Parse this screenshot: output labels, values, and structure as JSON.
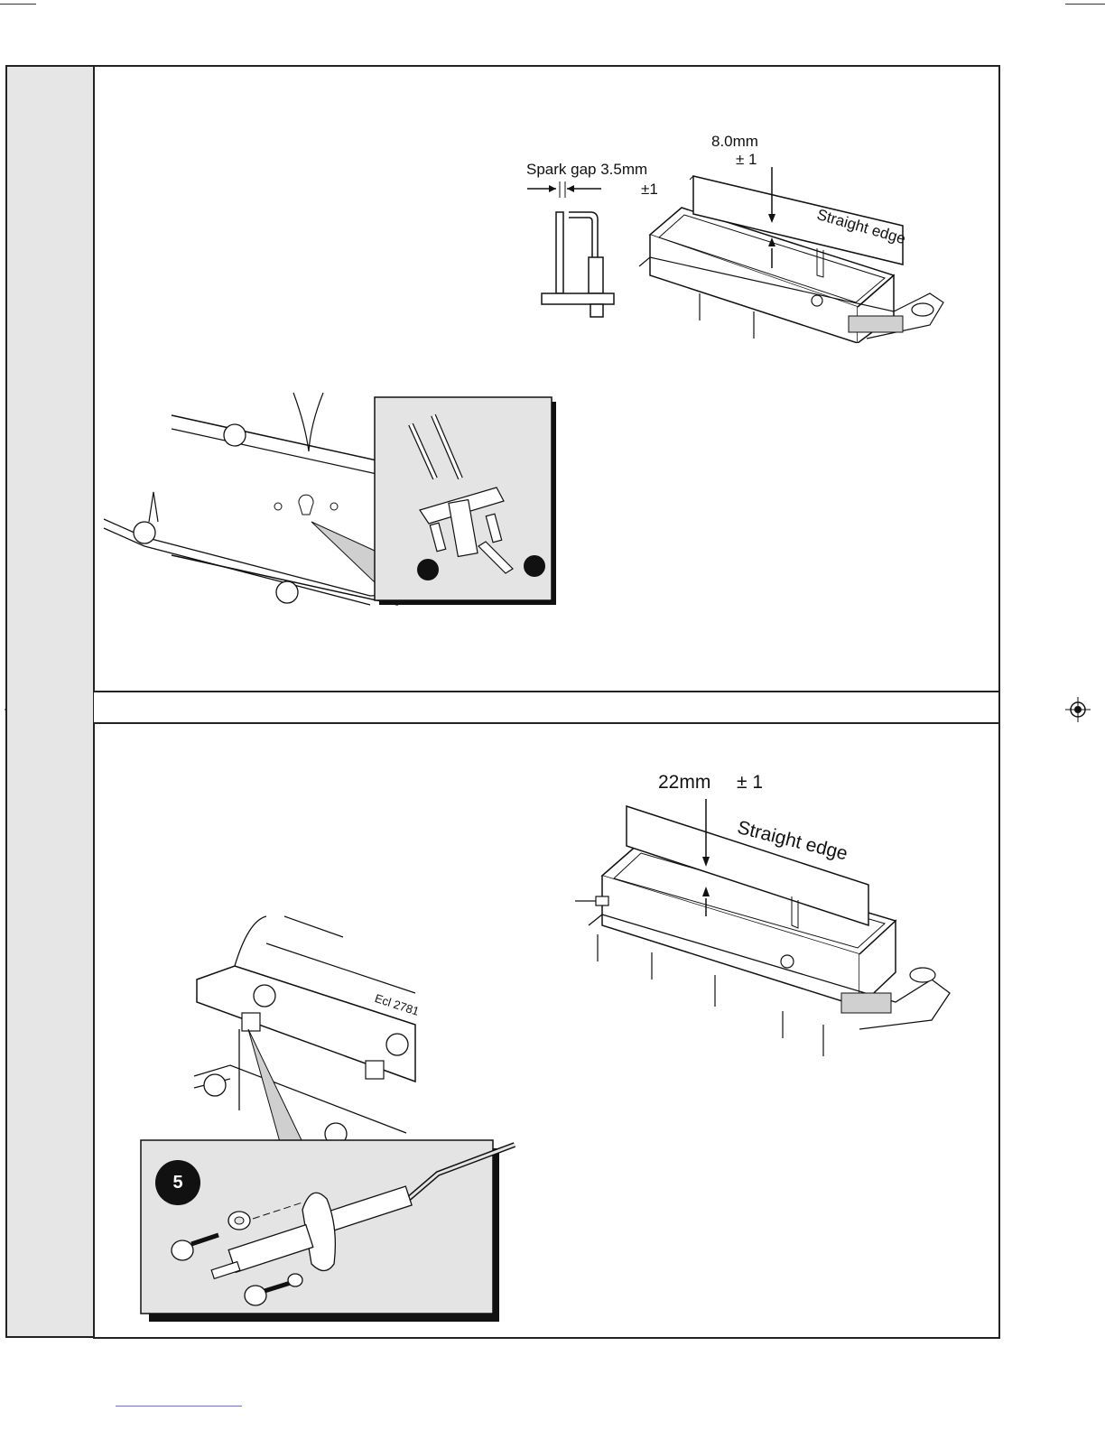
{
  "diagram_top_right": {
    "spark_gap_label": "Spark gap 3.5mm",
    "spark_tolerance": "±1",
    "depth_label": "8.0mm",
    "depth_tolerance": "± 1",
    "straight_edge_label": "Straight edge"
  },
  "diagram_bottom_right": {
    "depth_label": "22mm",
    "depth_tolerance": "± 1",
    "straight_edge_label": "Straight edge"
  },
  "diagram_bottom_left": {
    "reference_code": "Ecl 2781",
    "callout_number": "5"
  }
}
